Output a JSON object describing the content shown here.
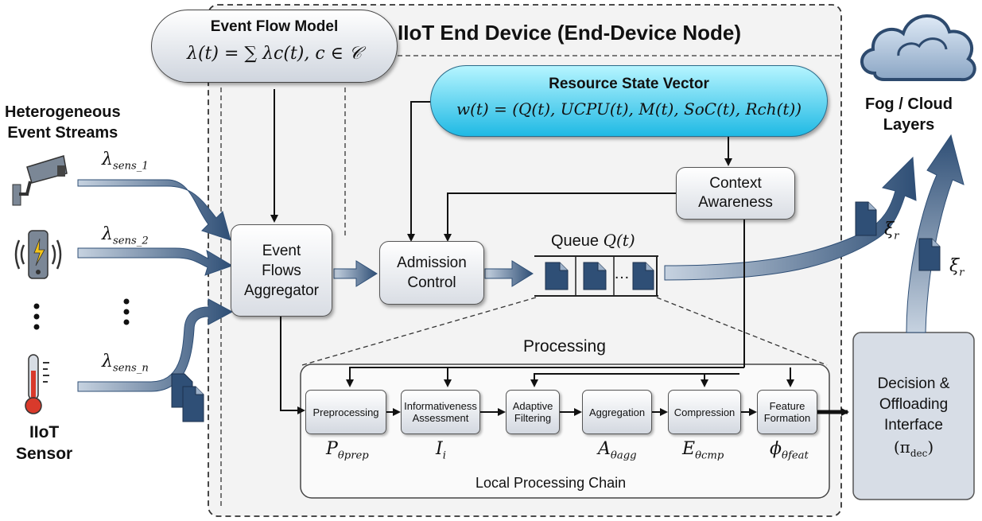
{
  "device_title": "IIoT End Device (End-Device Node)",
  "event_flow_model": {
    "title": "Event Flow Model",
    "formula": "λ(t) = ∑ λc(t), c ∈ 𝒞"
  },
  "resource_state": {
    "title": "Resource State Vector",
    "formula": "w(t) = (Q(t), UCPU(t), M(t), SoC(t), Rch(t))"
  },
  "left": {
    "streams_title": "Heterogeneous\nEvent Streams",
    "sensor_title": "IIoT\nSensor",
    "lambda1_main": "λ",
    "lambda1_sub": "sens_1",
    "lambda2_main": "λ",
    "lambda2_sub": "sens_2",
    "lambdan_main": "λ",
    "lambdan_sub": "sens_n",
    "sensor_icons": [
      "camera-icon",
      "vibration-sensor-icon",
      "thermometer-icon"
    ]
  },
  "blocks": {
    "aggregator": "Event\nFlows\nAggregator",
    "admission": "Admission\nControl",
    "context": "Context\nAwareness",
    "decision": "Decision &\nOffloading\nInterface",
    "decision_symbol": "(π",
    "decision_symbol_sub": "dec",
    "decision_symbol_end": ")"
  },
  "queue": {
    "label": "Queue ",
    "symbol": "Q(t)",
    "dots": "…"
  },
  "processing": {
    "label": "Processing",
    "chain_label": "Local Processing Chain",
    "steps": [
      {
        "name": "Preprocessing",
        "sym": "P",
        "sub": "θprep"
      },
      {
        "name": "Informativeness\nAssessment",
        "sym": "I",
        "sub": "i"
      },
      {
        "name": "Adaptive\nFiltering",
        "sym": "",
        "sub": ""
      },
      {
        "name": "Aggregation",
        "sym": "A",
        "sub": "θagg"
      },
      {
        "name": "Compression",
        "sym": "E",
        "sub": "θcmp"
      },
      {
        "name": "Feature\nFormation",
        "sym": "ϕ",
        "sub": "θfeat"
      }
    ]
  },
  "cloud": {
    "label": "Fog / Cloud\nLayers",
    "xi1": "ξ",
    "xi1_sub": "r",
    "xi2": "ξ",
    "xi2_sub": "r"
  }
}
